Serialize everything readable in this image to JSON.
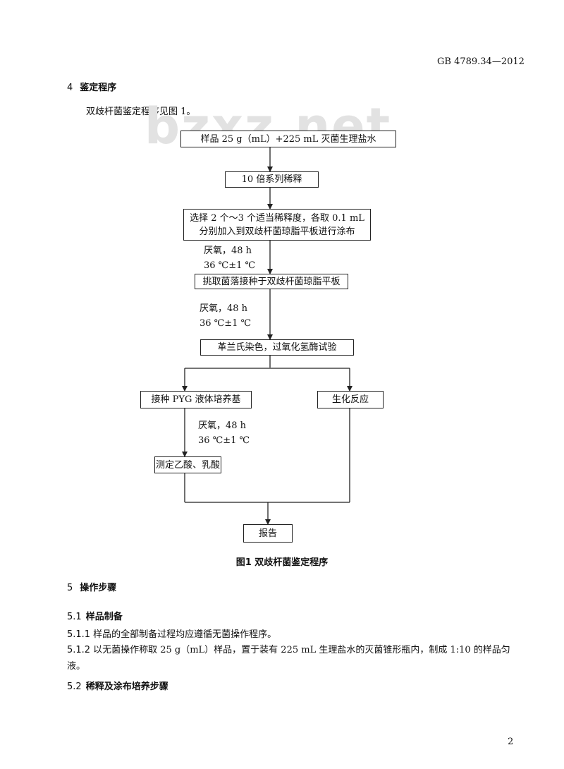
{
  "header": {
    "standard_code": "GB 4789.34—2012"
  },
  "watermark": "bzxz.net",
  "section4": {
    "number": "4",
    "title": "鉴定程序",
    "intro": "双歧杆菌鉴定程序见图 1。"
  },
  "flowchart": {
    "box_sample": "样品 25 g（mL）+225 mL 灭菌生理盐水",
    "box_dilute": "10 倍系列稀释",
    "box_select_line1": "选择 2 个～3 个适当稀释度，各取 0.1 mL",
    "box_select_line2": "分别加入到双歧杆菌琼脂平板进行涂布",
    "cond1_line1": "厌氧，48 h",
    "cond1_line2": "36 ℃±1 ℃",
    "box_pick": "挑取菌落接种于双歧杆菌琼脂平板",
    "cond2_line1": "厌氧，48 h",
    "cond2_line2": "36 ℃±1 ℃",
    "box_gram": "革兰氏染色，过氧化氢酶试验",
    "box_pyg": "接种 PYG 液体培养基",
    "box_biochem": "生化反应",
    "cond3_line1": "厌氧，48 h",
    "cond3_line2": "36 ℃±1 ℃",
    "box_acid": "测定乙酸、乳酸",
    "box_report": "报告"
  },
  "figure_caption": "图1  双歧杆菌鉴定程序",
  "section5": {
    "number": "5",
    "title": "操作步骤",
    "s51_number": "5.1",
    "s51_title": "样品制备",
    "p511_number": "5.1.1",
    "p511_text": "样品的全部制备过程均应遵循无菌操作程序。",
    "p512_number": "5.1.2",
    "p512_text_line1": "以无菌操作称取 25 g（mL）样品，置于装有 225 mL 生理盐水的灭菌锥形瓶内，制成 1:10 的样品匀",
    "p512_text_line2": "液。",
    "s52_number": "5.2",
    "s52_title": "稀释及涂布培养步骤"
  },
  "page_number": "2"
}
